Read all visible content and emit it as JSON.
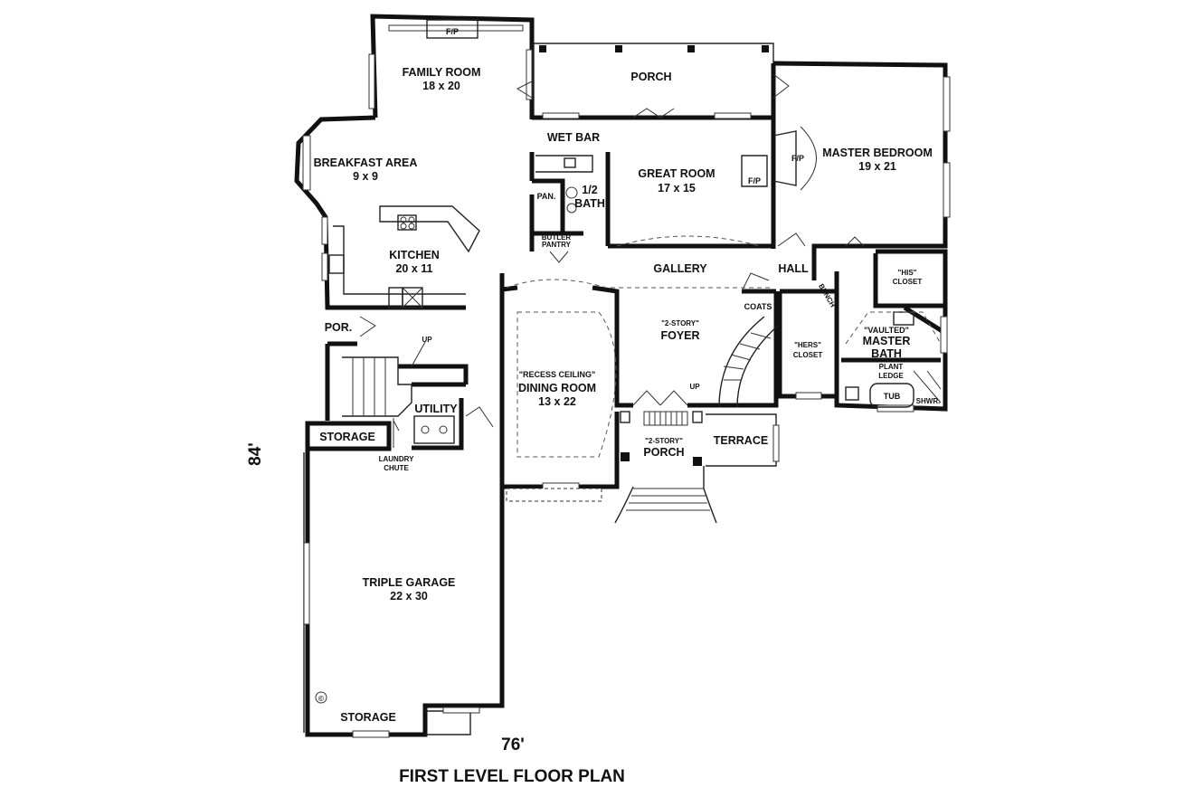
{
  "plan": {
    "title": "FIRST LEVEL FLOOR PLAN",
    "width_dim": "76'",
    "depth_dim": "84'",
    "copyright_mark": "©"
  },
  "rooms": {
    "family_room": {
      "name": "FAMILY ROOM",
      "size": "18 x 20"
    },
    "family_fp": "F/P",
    "porch": "PORCH",
    "wet_bar": "WET BAR",
    "breakfast": {
      "name": "BREAKFAST AREA",
      "size": "9 x 9"
    },
    "great_room": {
      "name": "GREAT ROOM",
      "size": "17 x 15"
    },
    "great_fp": "F/P",
    "master_fp": "F/P",
    "master_bedroom": {
      "name": "MASTER BEDROOM",
      "size": "19 x 21"
    },
    "pantry": "PAN.",
    "half_bath": {
      "fraction": "1/2",
      "name": "BATH"
    },
    "butler_pantry": {
      "line1": "BUTLER",
      "line2": "PANTRY"
    },
    "kitchen": {
      "name": "KITCHEN",
      "size": "20 x 11"
    },
    "gallery": "GALLERY",
    "hall": "HALL",
    "his_closet": {
      "line1": "\"HIS\"",
      "line2": "CLOSET"
    },
    "coats": "COATS",
    "por": "POR.",
    "up_rear": "UP",
    "foyer": {
      "note": "\"2-STORY\"",
      "name": "FOYER"
    },
    "hers_closet": {
      "line1": "\"HERS\"",
      "line2": "CLOSET"
    },
    "master_bath": {
      "note": "\"VAULTED\"",
      "line1": "MASTER",
      "line2": "BATH"
    },
    "plant_ledge": {
      "line1": "PLANT",
      "line2": "LEDGE"
    },
    "bench": "BENCH",
    "dining_room": {
      "note": "\"RECESS CEILING\"",
      "name": "DINING ROOM",
      "size": "13 x 22"
    },
    "up_foyer": "UP",
    "tub": "TUB",
    "shower": "SHWR.",
    "utility": "UTILITY",
    "storage_upper": "STORAGE",
    "front_porch": {
      "note": "\"2-STORY\"",
      "name": "PORCH"
    },
    "terrace": "TERRACE",
    "laundry_chute": {
      "line1": "LAUNDRY",
      "line2": "CHUTE"
    },
    "garage": {
      "name": "TRIPLE GARAGE",
      "size": "22 x 30"
    },
    "storage_lower": "STORAGE"
  }
}
